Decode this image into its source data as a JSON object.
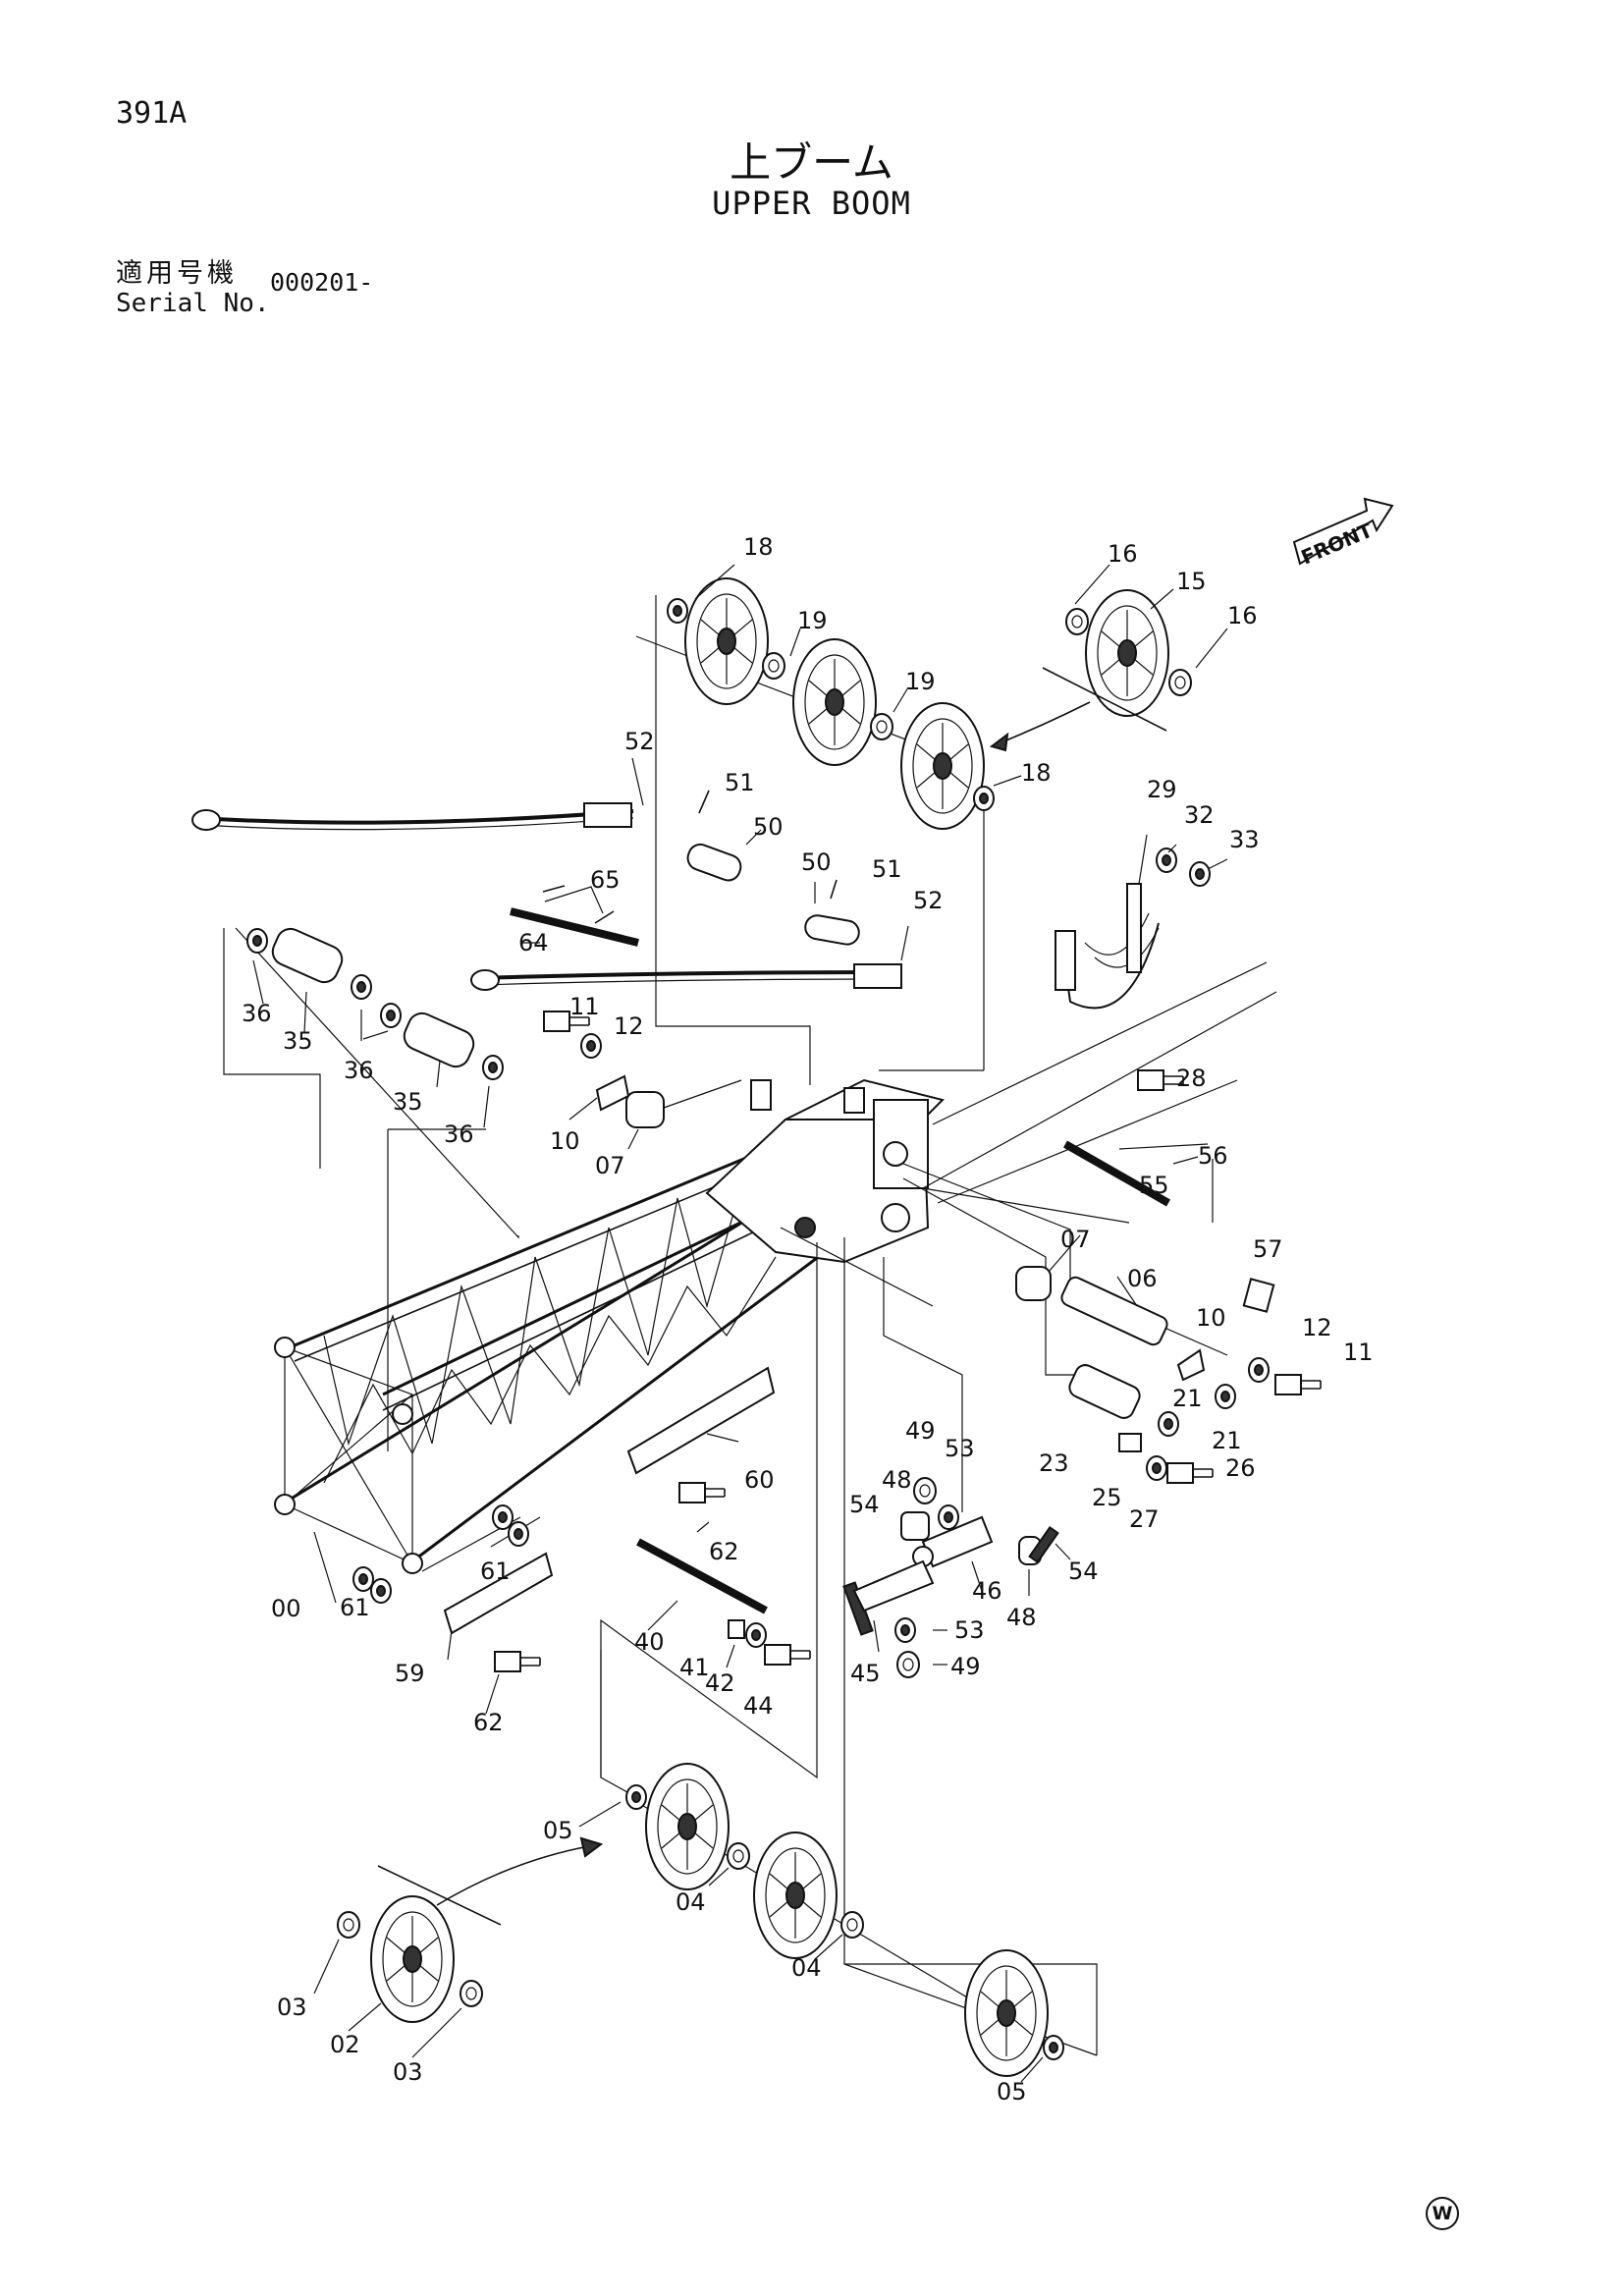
{
  "page_id": "391A",
  "title_jp": "上ブーム",
  "title_en": "UPPER BOOM",
  "serial": {
    "label_jp": "適用号機",
    "label_en": "Serial No.",
    "value": "000201-"
  },
  "front_label": "FRONT",
  "corner_mark": "W",
  "callouts": {
    "c00": "00",
    "c02": "02",
    "c03a": "03",
    "c03b": "03",
    "c04a": "04",
    "c04b": "04",
    "c05a": "05",
    "c05b": "05",
    "c06": "06",
    "c07a": "07",
    "c07b": "07",
    "c10a": "10",
    "c10b": "10",
    "c11a": "11",
    "c11b": "11",
    "c12a": "12",
    "c12b": "12",
    "c15": "15",
    "c16a": "16",
    "c16b": "16",
    "c18a": "18",
    "c18b": "18",
    "c19a": "19",
    "c19b": "19",
    "c21a": "21",
    "c21b": "21",
    "c23": "23",
    "c25": "25",
    "c26": "26",
    "c27": "27",
    "c28": "28",
    "c29": "29",
    "c32": "32",
    "c33": "33",
    "c35a": "35",
    "c35b": "35",
    "c36a": "36",
    "c36b": "36",
    "c36c": "36",
    "c40": "40",
    "c41": "41",
    "c42": "42",
    "c44": "44",
    "c45": "45",
    "c46": "46",
    "c48a": "48",
    "c48b": "48",
    "c49a": "49",
    "c49b": "49",
    "c50a": "50",
    "c50b": "50",
    "c51a": "51",
    "c51b": "51",
    "c52a": "52",
    "c52b": "52",
    "c53a": "53",
    "c53b": "53",
    "c54a": "54",
    "c54b": "54",
    "c55": "55",
    "c56": "56",
    "c57": "57",
    "c59": "59",
    "c60": "60",
    "c61a": "61",
    "c61b": "61",
    "c62a": "62",
    "c62b": "62",
    "c64": "64",
    "c65": "65"
  }
}
